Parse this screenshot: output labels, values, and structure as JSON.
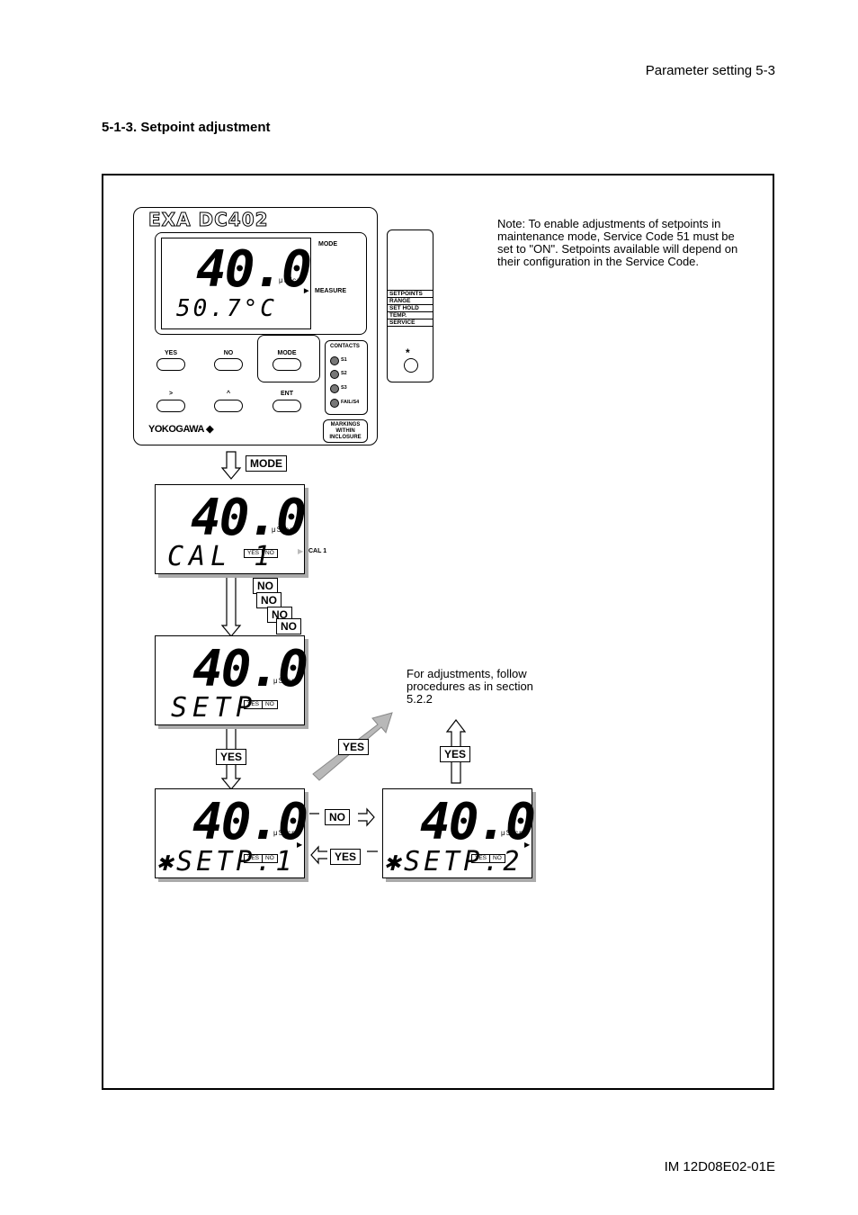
{
  "page": {
    "header": "Parameter setting 5-3",
    "section_title": "5-1-3. Setpoint adjustment",
    "footer": "IM 12D08E02-01E"
  },
  "panel": {
    "logo": "EXA DC402",
    "reading": "40.0",
    "temp": "50.7°C",
    "unit": "μS/cm",
    "mode_label": "MODE",
    "measure_label": "MEASURE",
    "keys": [
      "YES",
      "NO",
      "MODE",
      ">",
      "^",
      "ENT"
    ],
    "contacts_title": "CONTACTS",
    "contacts": [
      "S1",
      "S2",
      "S3",
      "FAIL/S4"
    ],
    "brand": "YOKOGAWA",
    "markings": "MARKINGS WITHIN INCLOSURE"
  },
  "side_card": {
    "items": [
      "SETPOINTS",
      "RANGE",
      "SET HOLD",
      "TEMP.",
      "SERVICE"
    ],
    "star": "*"
  },
  "note": "Note: To enable adjustments of setpoints in maintenance mode, Service Code 51 must be set to \"ON\". Setpoints available will depend on their configuration in the Service Code.",
  "flow": {
    "mode_btn": "MODE",
    "no_btn": "NO",
    "yes_btn": "YES",
    "cal_label": "CAL 1",
    "adj_note": "For adjustments, follow procedures as in section 5.2.2"
  },
  "screens": {
    "s1": {
      "value": "40.0",
      "text": "CAL 1",
      "unit": "μS/cm",
      "yes": "YES",
      "no": "NO"
    },
    "s2": {
      "value": "40.0",
      "text": "SETP",
      "unit": "μS/cm",
      "yes": "YES",
      "no": "NO"
    },
    "s3": {
      "value": "40.0",
      "text": "✱SETP.1",
      "unit": "μS/cm",
      "yes": "YES",
      "no": "NO"
    },
    "s4": {
      "value": "40.0",
      "text": "✱SETP.2",
      "unit": "μS/cm",
      "yes": "YES",
      "no": "NO"
    }
  }
}
